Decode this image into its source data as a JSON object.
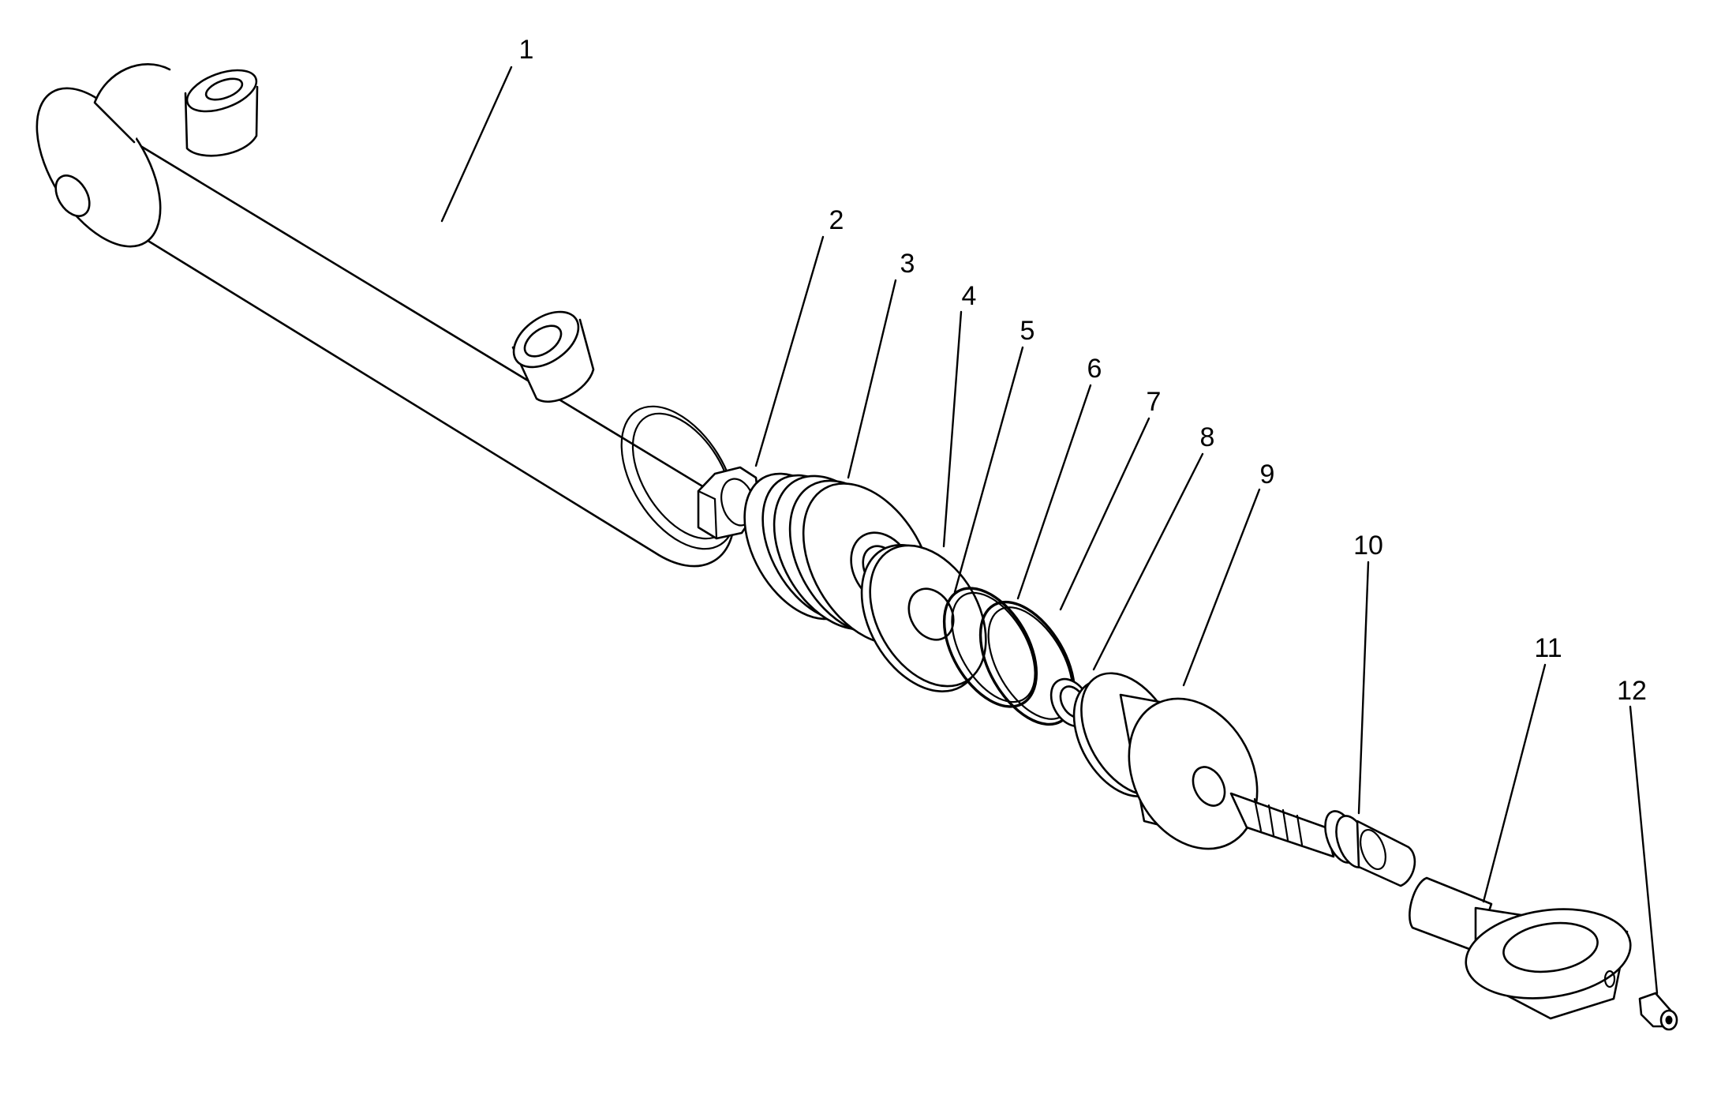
{
  "diagram": {
    "callouts": [
      {
        "label": "1"
      },
      {
        "label": "2"
      },
      {
        "label": "3"
      },
      {
        "label": "4"
      },
      {
        "label": "5"
      },
      {
        "label": "6"
      },
      {
        "label": "7"
      },
      {
        "label": "8"
      },
      {
        "label": "9"
      },
      {
        "label": "10"
      },
      {
        "label": "11"
      },
      {
        "label": "12"
      }
    ]
  }
}
